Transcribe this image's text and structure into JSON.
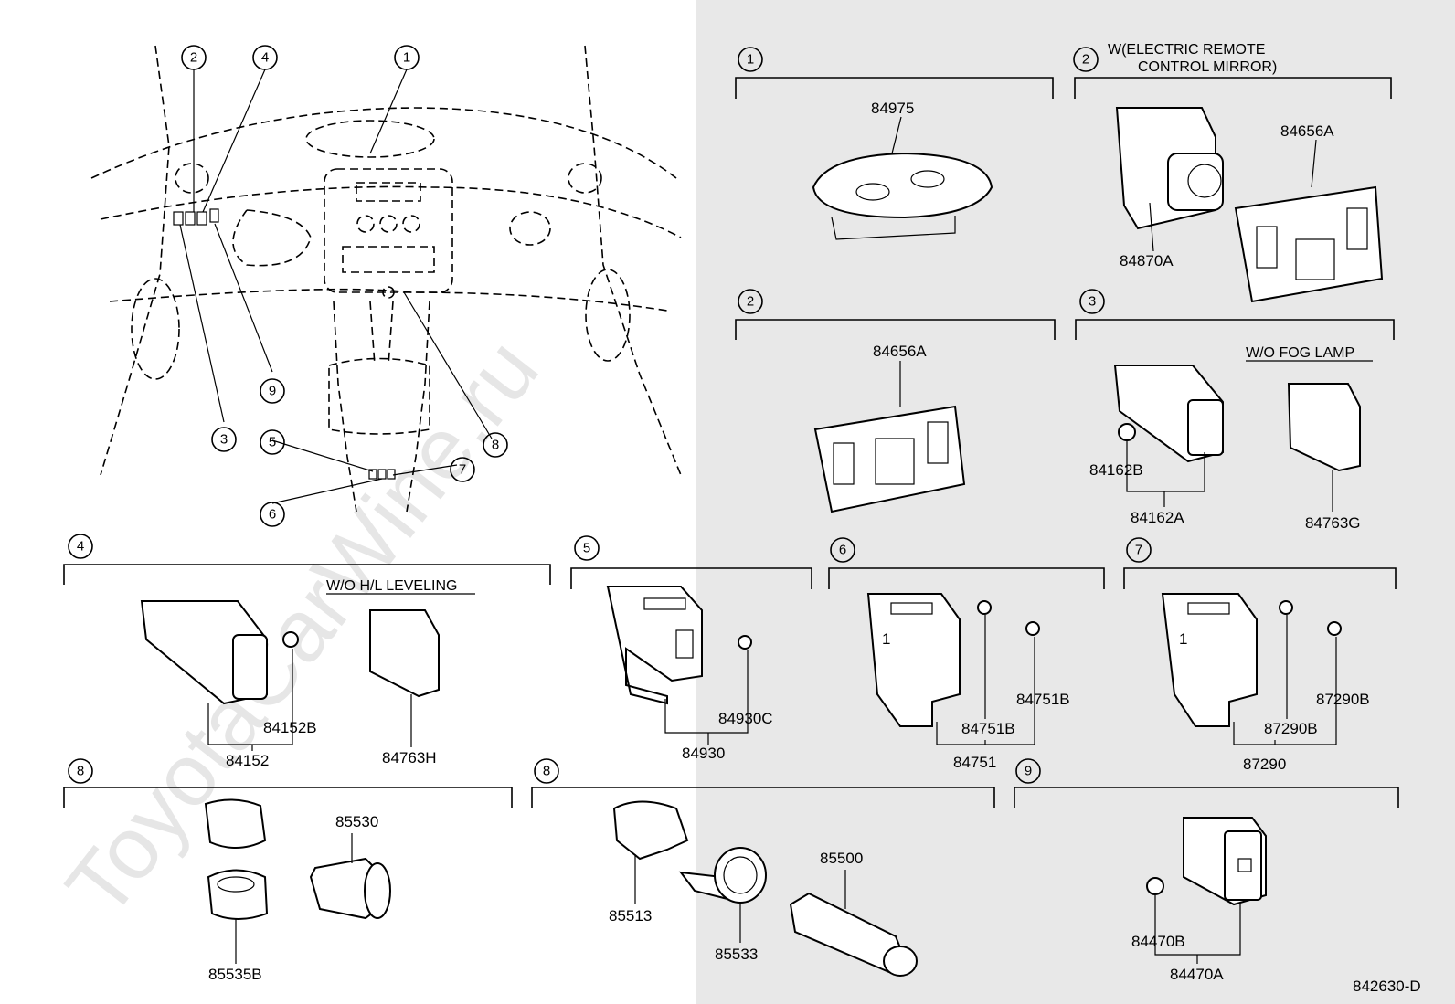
{
  "watermark": "ToyotaCarWine.ru",
  "overview_callouts": [
    "1",
    "2",
    "3",
    "4",
    "5",
    "6",
    "7",
    "8",
    "9"
  ],
  "sections": [
    {
      "num": "1",
      "parts": [
        "84975"
      ]
    },
    {
      "num": "2",
      "note_line1": "W(ELECTRIC REMOTE",
      "note_line2": "CONTROL MIRROR)",
      "parts": [
        "84656A",
        "84870A"
      ]
    },
    {
      "num": "2",
      "parts": [
        "84656A"
      ]
    },
    {
      "num": "3",
      "note": "W/O FOG LAMP",
      "parts": [
        "84162B",
        "84162A",
        "84763G"
      ]
    },
    {
      "num": "4",
      "note": "W/O H/L LEVELING",
      "parts": [
        "84152B",
        "84152",
        "84763H"
      ]
    },
    {
      "num": "5",
      "parts": [
        "84930C",
        "84930"
      ]
    },
    {
      "num": "6",
      "parts": [
        "84751B",
        "84751B",
        "84751"
      ]
    },
    {
      "num": "7",
      "parts": [
        "87290B",
        "87290B",
        "87290"
      ]
    },
    {
      "num": "8",
      "parts": [
        "85530",
        "85535B"
      ]
    },
    {
      "num": "8",
      "parts": [
        "85513",
        "85533",
        "85500"
      ]
    },
    {
      "num": "9",
      "parts": [
        "84470B",
        "84470A"
      ]
    }
  ],
  "drawing_id": "842630-D",
  "colors": {
    "background_right": "#e8e8e8",
    "line": "#000000",
    "watermark": "#e6e6e6"
  }
}
